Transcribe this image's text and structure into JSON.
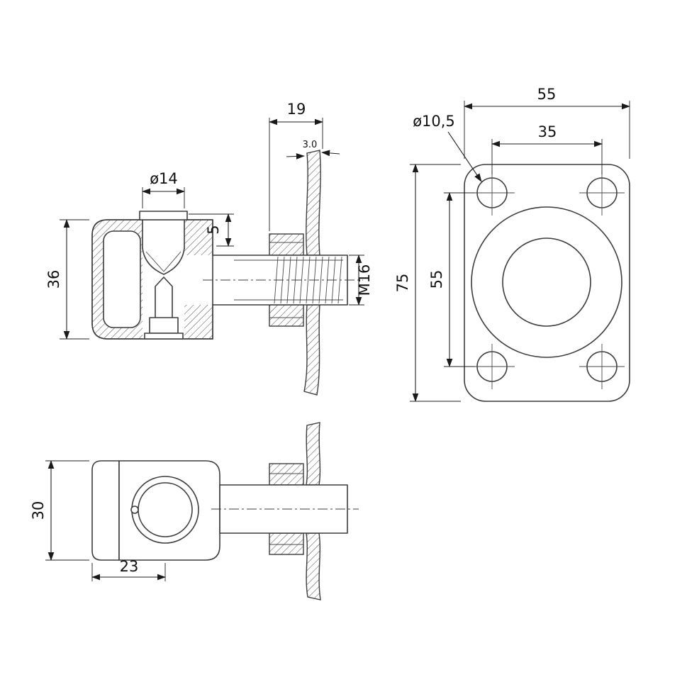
{
  "drawing": {
    "side_view": {
      "flange_offset": "19",
      "plate_thickness": "3.0",
      "pin_dia": "ø14",
      "cap_height": "5",
      "body_height": "36",
      "thread": "M16"
    },
    "front_view": {
      "plate_width": "55",
      "hole_pitch_h": "35",
      "hole_dia": "ø10,5",
      "plate_height": "75",
      "hole_pitch_v": "55"
    },
    "top_view": {
      "clamp_height": "30",
      "pivot_offset": "23"
    },
    "colors": {
      "line": "#3c3c3c",
      "dimension": "#1f1f1f",
      "background": "#ffffff"
    }
  }
}
